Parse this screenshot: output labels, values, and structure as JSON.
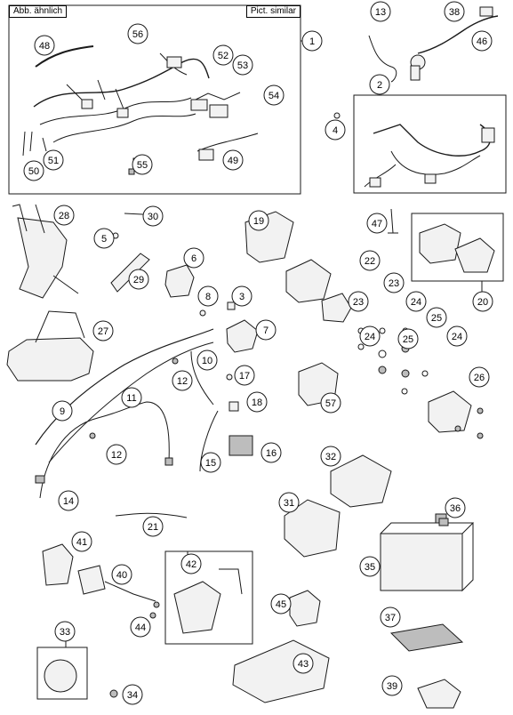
{
  "header": {
    "tag_left": "Abb. ähnlich",
    "tag_right": "Pict. similar"
  },
  "callouts": [
    "1",
    "2",
    "3",
    "4",
    "5",
    "6",
    "7",
    "8",
    "9",
    "10",
    "11",
    "12",
    "12",
    "13",
    "14",
    "15",
    "16",
    "17",
    "18",
    "19",
    "20",
    "21",
    "22",
    "23",
    "23",
    "24",
    "24",
    "24",
    "25",
    "25",
    "26",
    "27",
    "28",
    "29",
    "30",
    "31",
    "32",
    "33",
    "34",
    "35",
    "36",
    "37",
    "38",
    "39",
    "40",
    "41",
    "42",
    "43",
    "44",
    "45",
    "46",
    "47",
    "48",
    "49",
    "50",
    "51",
    "52",
    "53",
    "54",
    "55",
    "56",
    "57"
  ],
  "colors": {
    "line": "#1a1a1a",
    "part": "#f2f2f2",
    "part_dark": "#bdbdbd",
    "background": "#ffffff"
  }
}
